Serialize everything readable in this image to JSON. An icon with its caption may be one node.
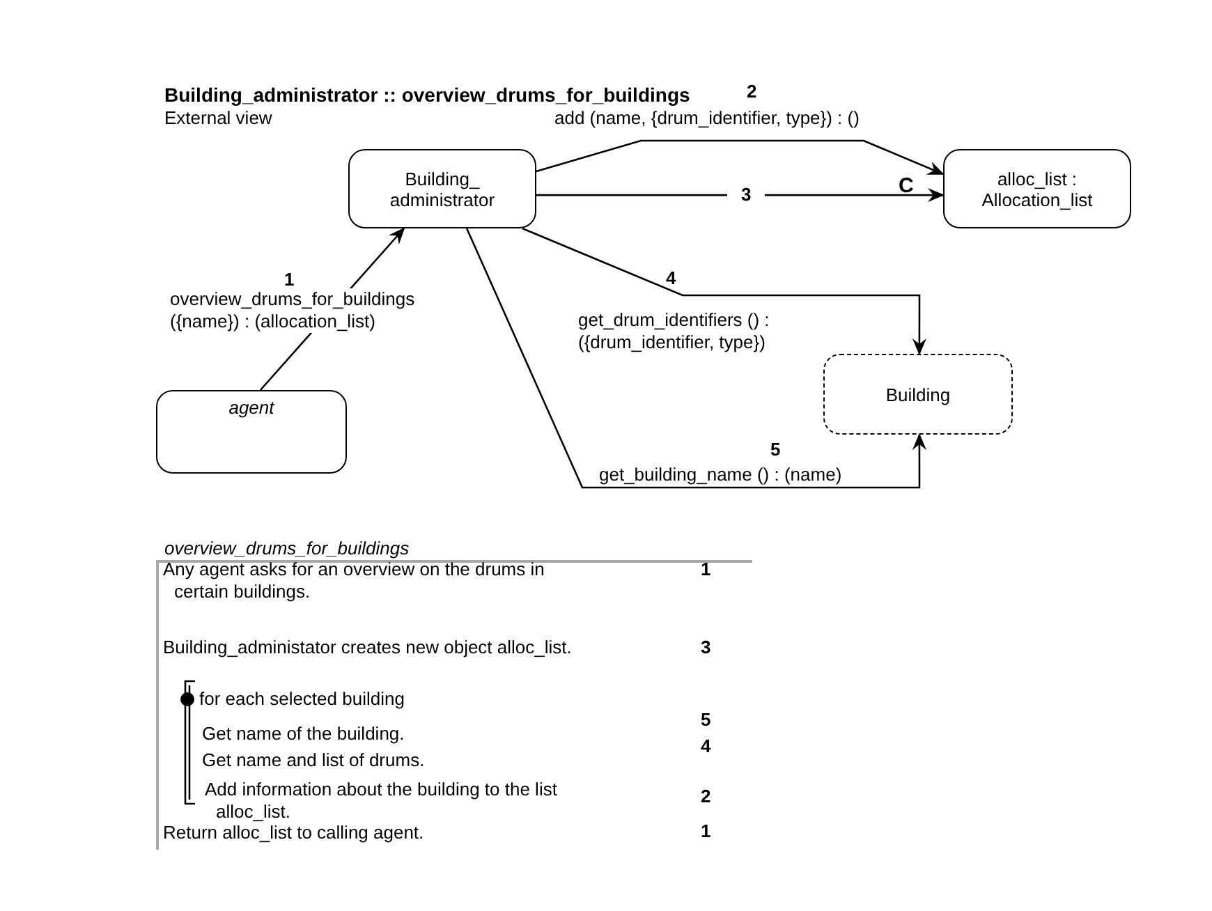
{
  "diagram": {
    "title": "Building_administrator :: overview_drums_for_buildings",
    "nodes": [
      {
        "text": [
          "Building_ administrator"
        ]
      },
      {
        "text": [
          "alloc_list : Allocation_list"
        ]
      },
      {
        "text": [
          "agent"
        ]
      },
      {
        "text": [
          "Building"
        ]
      }
    ],
    "edges": [
      {
        "from": 2,
        "to": 0,
        "arrow": "to",
        "label": "overview_drums_for_buildings ({name}) : (allocation_list)"
      },
      {
        "from": 0,
        "to": 1,
        "arrow": "to",
        "label": "add (name, {drum_identifier, type}) : ()"
      },
      {
        "from": 0,
        "to": 1,
        "arrow": "to",
        "label": "3"
      },
      {
        "from": 0,
        "to": 3,
        "arrow": "to",
        "label": "get_drum_identifiers () : ({drum_identifier, type})"
      },
      {
        "from": 0,
        "to": 3,
        "arrow": "to",
        "label": "get_building_name () : (name)"
      }
    ],
    "labels": [
      "External view",
      "2",
      "1",
      "4",
      "5",
      "C",
      "overview_drums_for_buildings",
      "Any agent asks for an overview on the drums in certain buildings.",
      "1",
      "Building_administator creates new object alloc_list.",
      "3",
      "for each selected building",
      "5",
      "Get name of the building.",
      "4",
      "Get name and list of drums.",
      "Add information about the building to the list alloc_list.",
      "2",
      "Return alloc_list to calling agent.",
      "1"
    ]
  }
}
